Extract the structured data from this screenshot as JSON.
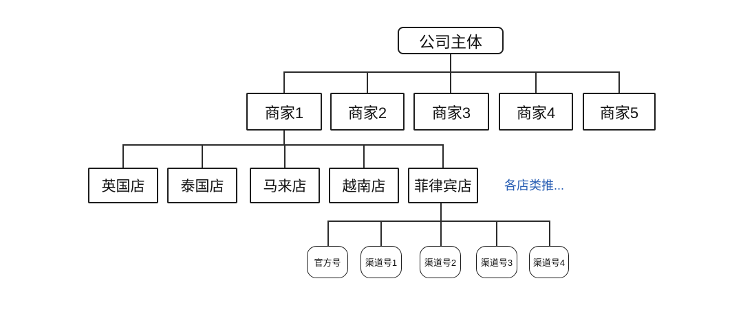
{
  "org_chart": {
    "title_none": "",
    "root": {
      "label": "公司主体"
    },
    "merchants": [
      {
        "label": "商家1",
        "parent": "公司主体"
      },
      {
        "label": "商家2",
        "parent": "公司主体"
      },
      {
        "label": "商家3",
        "parent": "公司主体"
      },
      {
        "label": "商家4",
        "parent": "公司主体"
      },
      {
        "label": "商家5",
        "parent": "公司主体"
      }
    ],
    "stores": [
      {
        "label": "英国店",
        "parent": "商家1"
      },
      {
        "label": "泰国店",
        "parent": "商家1"
      },
      {
        "label": "马来店",
        "parent": "商家1"
      },
      {
        "label": "越南店",
        "parent": "商家1"
      },
      {
        "label": "菲律宾店",
        "parent": "商家1"
      }
    ],
    "note": {
      "label": "各店类推...",
      "color": "#2a5fb4"
    },
    "accounts": [
      {
        "label": "官方号",
        "parent": "菲律宾店"
      },
      {
        "label": "渠道号1",
        "parent": "菲律宾店"
      },
      {
        "label": "渠道号2",
        "parent": "菲律宾店"
      },
      {
        "label": "渠道号3",
        "parent": "菲律宾店"
      },
      {
        "label": "渠道号4",
        "parent": "菲律宾店"
      }
    ],
    "colors": {
      "background": "#ffffff",
      "node_border": "#1d1d1d",
      "connector_line": "#2b2b2b",
      "node_text": "#111111",
      "note_text": "#2a5fb4"
    }
  }
}
